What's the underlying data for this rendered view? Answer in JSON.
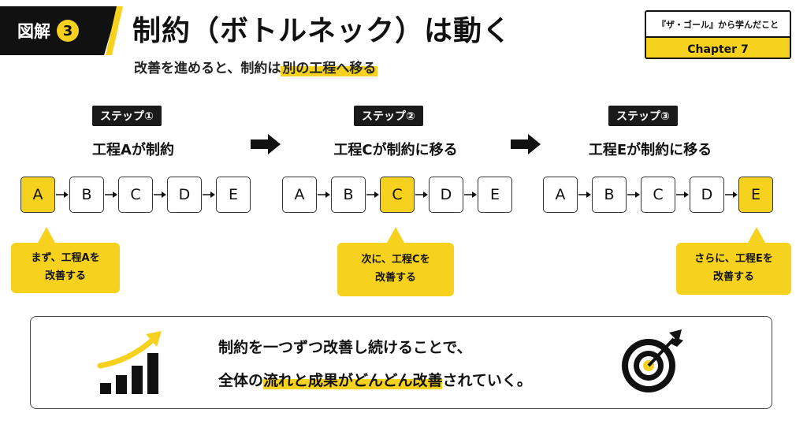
{
  "badge": {
    "label": "図解",
    "number": "3"
  },
  "title": "制約（ボトルネック）は動く",
  "subtitle": {
    "prefix": "改善を進めると、制約は",
    "highlight": "別の工程へ移る"
  },
  "source": {
    "book": "『ザ・ゴール』から学んだこと",
    "chapter": "Chapter 7"
  },
  "steps": [
    {
      "tag": "ステップ①",
      "heading": "工程Aが制約",
      "active": "A",
      "callout": [
        "まず、工程Aを",
        "改善する"
      ]
    },
    {
      "tag": "ステップ②",
      "heading": "工程Cが制約に移る",
      "active": "C",
      "callout": [
        "次に、工程Cを",
        "改善する"
      ]
    },
    {
      "tag": "ステップ③",
      "heading": "工程Eが制約に移る",
      "active": "E",
      "callout": [
        "さらに、工程Eを",
        "改善する"
      ]
    }
  ],
  "processes": [
    "A",
    "B",
    "C",
    "D",
    "E"
  ],
  "conclusion": {
    "line1": "制約を一つずつ改善し続けることで、",
    "line2_prefix": "全体の",
    "line2_highlight": "流れと成果がどんどん改善",
    "line2_suffix": "されていく。"
  },
  "icons": {
    "left": "growth-bar-chart-icon",
    "right": "target-icon"
  },
  "colors": {
    "accent": "#f6d21e",
    "dark": "#111111"
  }
}
